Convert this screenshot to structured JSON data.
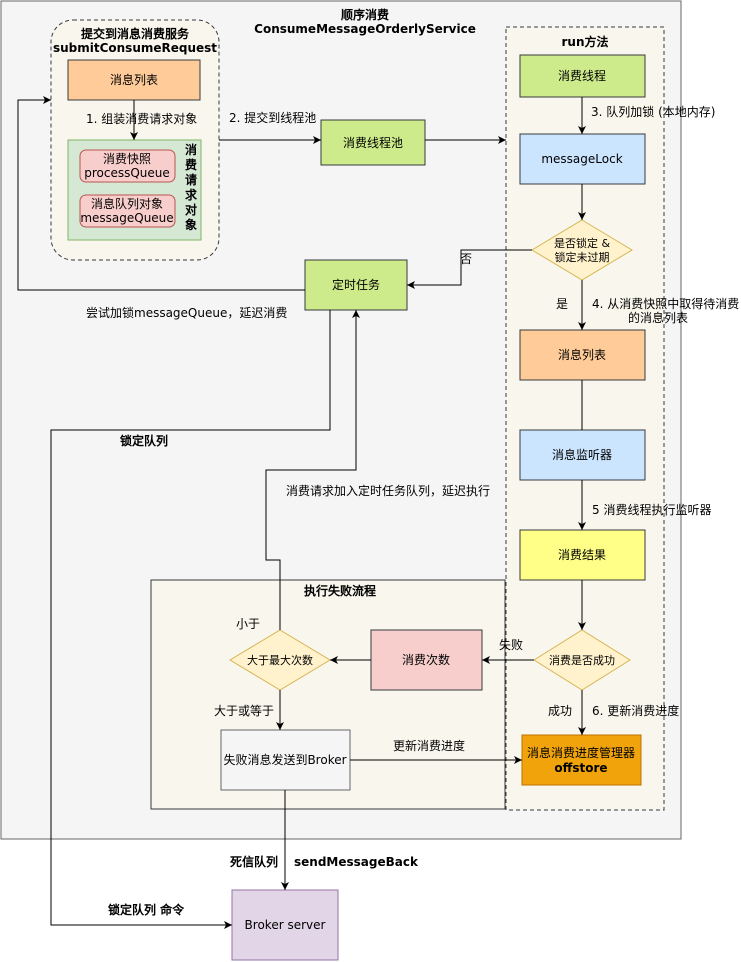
{
  "title": {
    "line1": "顺序消费",
    "line2": "ConsumeMessageOrderlyService"
  },
  "submit_group": {
    "line1": "提交到消息消费服务",
    "line2": "submitConsumeRequest"
  },
  "run_group": {
    "title": "run方法"
  },
  "fail_group": {
    "title": "执行失败流程"
  },
  "vertical_label": [
    "消",
    "费",
    "请",
    "求",
    "对",
    "象"
  ],
  "nodes": {
    "msg_list_top": "消息列表",
    "process_queue": {
      "line1": "消费快照",
      "line2": "processQueue"
    },
    "message_queue": {
      "line1": "消息队列对象",
      "line2": "messageQueue"
    },
    "thread_pool": "消费线程池",
    "consume_thread": "消费线程",
    "message_lock": "messageLock",
    "lock_check": {
      "line1": "是否锁定 &",
      "line2": "锁定未过期"
    },
    "timer_task": "定时任务",
    "msg_list_mid": "消息列表",
    "listener": "消息监听器",
    "result": "消费结果",
    "success_check": "消费是否成功",
    "consume_times": "消费次数",
    "max_check": "大于最大次数",
    "send_back": "失败消息发送到Broker",
    "offstore": {
      "line1": "消息消费进度管理器",
      "line2": "offstore"
    },
    "broker": "Broker server"
  },
  "labels": {
    "step1": "1. 组装消费请求对象",
    "step2": "2. 提交到线程池",
    "step3": "3. 队列加锁 (本地内存)",
    "no": "否",
    "yes": "是",
    "step4_line1": "4. 从消费快照中取得待消费",
    "step4_line2": "的消息列表",
    "retry_lock": "尝试加锁messageQueue，延迟消费",
    "lock_queue": "锁定队列",
    "step5": "5 消费线程执行监听器",
    "delay_exec": "消费请求加入定时任务队列，延迟执行",
    "fail": "失败",
    "success": "成功",
    "step6": "6. 更新消费进度",
    "less": "小于",
    "gte": "大于或等于",
    "update_progress": "更新消费进度",
    "dead_letter": "死信队列",
    "send_msg_back": "sendMessageBack",
    "lock_queue_cmd": "锁定队列 命令"
  },
  "colors": {
    "orange_fill": "#ffcc99",
    "orange_stroke": "#36393d",
    "green_fill": "#cdeb8b",
    "green_stroke": "#36393d",
    "blue_fill": "#cce5ff",
    "blue_stroke": "#36393d",
    "yellow_fill": "#ffff88",
    "pink_fill": "#f8cecc",
    "pink_stroke": "#b85450",
    "diamond_fill": "#fff2cc",
    "diamond_stroke": "#d6b656",
    "offstore_fill": "#f0a30a",
    "broker_fill": "#e1d5e7",
    "gray_fill": "#f5f5f5",
    "panel_fill": "#f5f5f5",
    "group_fill": "#f9f7ed"
  }
}
